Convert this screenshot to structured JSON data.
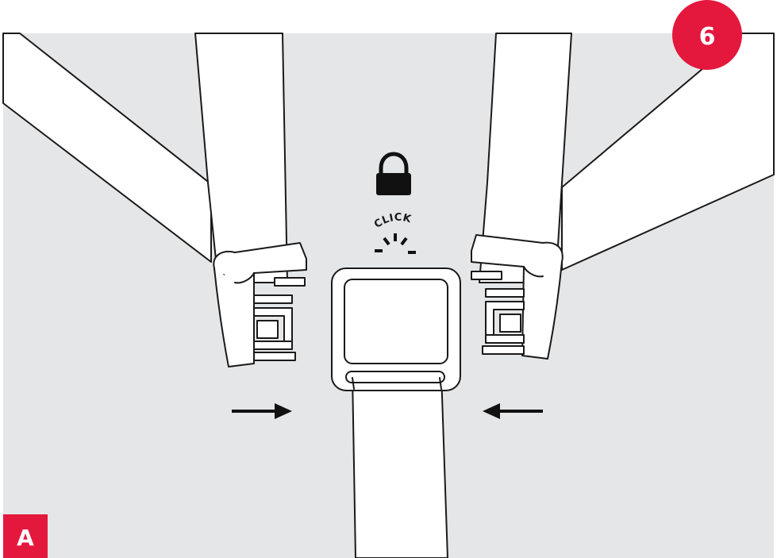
{
  "step": {
    "number": "6",
    "color": "#e4173d"
  },
  "panel": {
    "label": "A",
    "label_color": "#e4173d",
    "background": "#e5e6e7"
  },
  "click_text": "CLICK",
  "icons": {
    "lock": "lock-icon",
    "arrow_right": "arrow-right-icon",
    "arrow_left": "arrow-left-icon"
  }
}
